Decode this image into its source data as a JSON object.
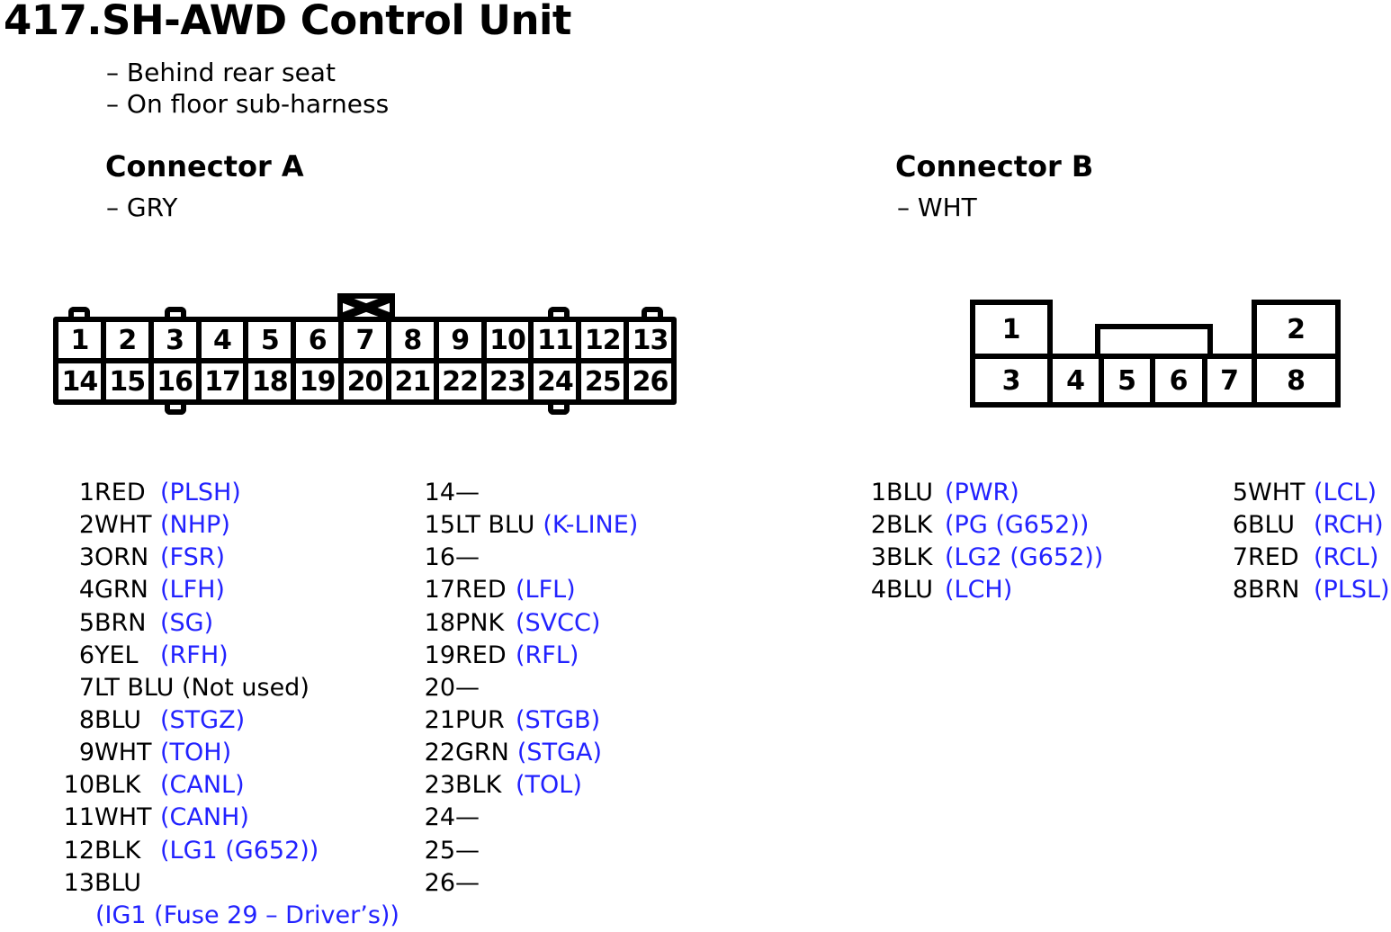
{
  "header": {
    "title": "417.SH-AWD Control Unit",
    "notes": [
      "– Behind rear seat",
      "– On floor sub-harness"
    ]
  },
  "colors": {
    "signal_blue": "#2222ff",
    "text": "#000000",
    "background": "#ffffff"
  },
  "connector_a": {
    "heading": "Connector A",
    "housing_color_note": "– GRY",
    "diagram": {
      "top_row": [
        "1",
        "2",
        "3",
        "4",
        "5",
        "6",
        "7",
        "8",
        "9",
        "10",
        "11",
        "12",
        "13"
      ],
      "bottom_row": [
        "14",
        "15",
        "16",
        "17",
        "18",
        "19",
        "20",
        "21",
        "22",
        "23",
        "24",
        "25",
        "26"
      ]
    },
    "pins_left": [
      {
        "num": "1",
        "wire": "RED",
        "code": "(PLSH)"
      },
      {
        "num": "2",
        "wire": "WHT",
        "code": "(NHP)"
      },
      {
        "num": "3",
        "wire": "ORN",
        "code": "(FSR)"
      },
      {
        "num": "4",
        "wire": "GRN",
        "code": "(LFH)"
      },
      {
        "num": "5",
        "wire": "BRN",
        "code": "(SG)"
      },
      {
        "num": "6",
        "wire": "YEL",
        "code": "(RFH)"
      },
      {
        "num": "7",
        "wire": "LT BLU (Not used)",
        "code": ""
      },
      {
        "num": "8",
        "wire": "BLU",
        "code": "(STGZ)"
      },
      {
        "num": "9",
        "wire": "WHT",
        "code": "(TOH)"
      },
      {
        "num": "10",
        "wire": "BLK",
        "code": "(CANL)"
      },
      {
        "num": "11",
        "wire": "WHT",
        "code": "(CANH)"
      },
      {
        "num": "12",
        "wire": "BLK",
        "code": "(LG1 (G652))"
      },
      {
        "num": "13",
        "wire": "BLU",
        "code": ""
      },
      {
        "cont": true,
        "code": "(IG1 (Fuse 29 – Driver’s))"
      }
    ],
    "pins_right": [
      {
        "num": "14",
        "wire": "—",
        "code": ""
      },
      {
        "num": "15",
        "wire": "LT BLU",
        "code": "(K-LINE)"
      },
      {
        "num": "16",
        "wire": "—",
        "code": ""
      },
      {
        "num": "17",
        "wire": "RED",
        "code": "(LFL)"
      },
      {
        "num": "18",
        "wire": "PNK",
        "code": "(SVCC)"
      },
      {
        "num": "19",
        "wire": "RED",
        "code": "(RFL)"
      },
      {
        "num": "20",
        "wire": "—",
        "code": ""
      },
      {
        "num": "21",
        "wire": "PUR",
        "code": "(STGB)"
      },
      {
        "num": "22",
        "wire": "GRN",
        "code": "(STGA)"
      },
      {
        "num": "23",
        "wire": "BLK",
        "code": "(TOL)"
      },
      {
        "num": "24",
        "wire": "—",
        "code": ""
      },
      {
        "num": "25",
        "wire": "—",
        "code": ""
      },
      {
        "num": "26",
        "wire": "—",
        "code": ""
      }
    ]
  },
  "connector_b": {
    "heading": "Connector B",
    "housing_color_note": "– WHT",
    "diagram": {
      "box1": "1",
      "box2": "2",
      "box3": "3",
      "box4": "4",
      "box5": "5",
      "box6": "6",
      "box7": "7",
      "box8": "8"
    },
    "pins_left": [
      {
        "num": "1",
        "wire": "BLU",
        "code": "(PWR)"
      },
      {
        "num": "2",
        "wire": "BLK",
        "code": "(PG (G652))"
      },
      {
        "num": "3",
        "wire": "BLK",
        "code": "(LG2 (G652))"
      },
      {
        "num": "4",
        "wire": "BLU",
        "code": "(LCH)"
      }
    ],
    "pins_right": [
      {
        "num": "5",
        "wire": "WHT",
        "code": "(LCL)"
      },
      {
        "num": "6",
        "wire": "BLU",
        "code": "(RCH)"
      },
      {
        "num": "7",
        "wire": "RED",
        "code": "(RCL)"
      },
      {
        "num": "8",
        "wire": "BRN",
        "code": "(PLSL)"
      }
    ]
  }
}
